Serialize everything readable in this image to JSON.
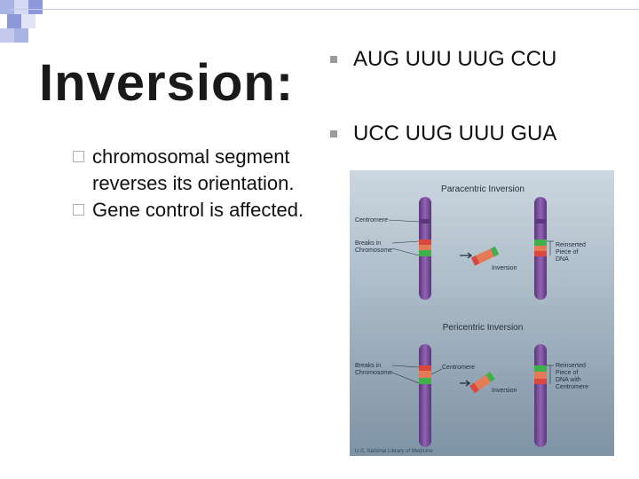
{
  "slide": {
    "title": "Inversion:",
    "bullets": [
      "chromosomal segment reverses its orientation.",
      "Gene control is affected."
    ],
    "codons": [
      "AUG UUU UUG CCU",
      "UCC UUG UUU GUA"
    ]
  },
  "figure": {
    "paracentric_title": "Paracentric Inversion",
    "pericentric_title": "Pericentric Inversion",
    "label_centromere_top": "Centromere",
    "label_breaks_top": "Breaks in\nChromosome",
    "label_inversion_top": "Inversion",
    "label_reinserted_top": "Reinserted\nPiece of\nDNA",
    "label_breaks_bottom": "Breaks in\nChromosome",
    "label_centromere_bottom": "Centromere",
    "label_inversion_bottom": "Inversion",
    "label_reinserted_bottom": "Reinserted\nPiece of\nDNA with\nCentromere",
    "credit": "U.S. National Library of Medicine"
  },
  "colors": {
    "chromosome": "#7d4fa0",
    "figure_bg_top": "#c9d5df",
    "figure_bg_bottom": "#7f95a6",
    "segment_red": "#d9473d",
    "segment_green": "#3fb04b",
    "deco_blue": "#8a96d8",
    "deco_lightblue": "#c7cdf0"
  }
}
